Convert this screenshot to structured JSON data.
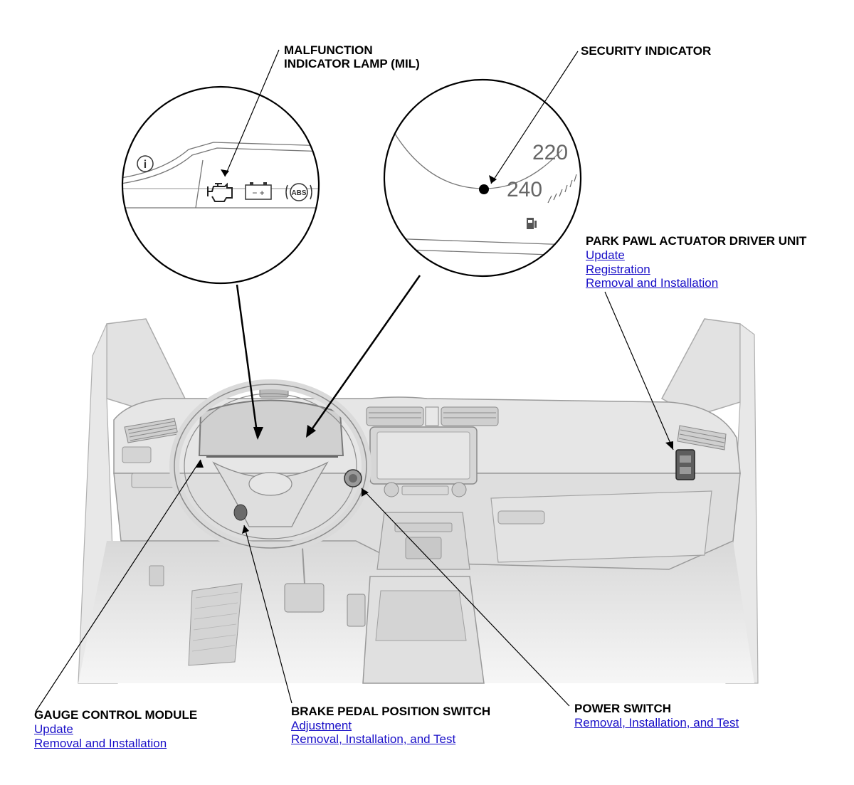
{
  "callouts": {
    "mil": {
      "line1": "MALFUNCTION",
      "line2": "INDICATOR LAMP (MIL)"
    },
    "security": {
      "title": "SECURITY INDICATOR"
    },
    "park_pawl": {
      "title": "PARK PAWL ACTUATOR DRIVER UNIT",
      "links": [
        "Update",
        "Registration",
        "Removal and Installation"
      ]
    },
    "gauge": {
      "title": "GAUGE CONTROL MODULE",
      "links": [
        "Update",
        "Removal and Installation"
      ]
    },
    "brake": {
      "title": "BRAKE PEDAL POSITION SWITCH",
      "links": [
        "Adjustment",
        "Removal, Installation, and Test"
      ]
    },
    "power": {
      "title": "POWER SWITCH",
      "links": [
        "Removal, Installation, and Test"
      ]
    }
  },
  "inset_right": {
    "speed_upper": "220",
    "speed_lower": "240"
  },
  "inset_left": {
    "battery_symbol": "− +",
    "abs_symbol": "ABS",
    "info_symbol": "i"
  },
  "icons": [
    "check-engine-icon",
    "battery-icon",
    "abs-icon",
    "info-icon",
    "fuel-pump-icon"
  ],
  "colors": {
    "link": "#1a10c8",
    "label": "#000000",
    "dash_fill": "#e4e4e4",
    "dash_stroke": "#9a9a9a"
  }
}
